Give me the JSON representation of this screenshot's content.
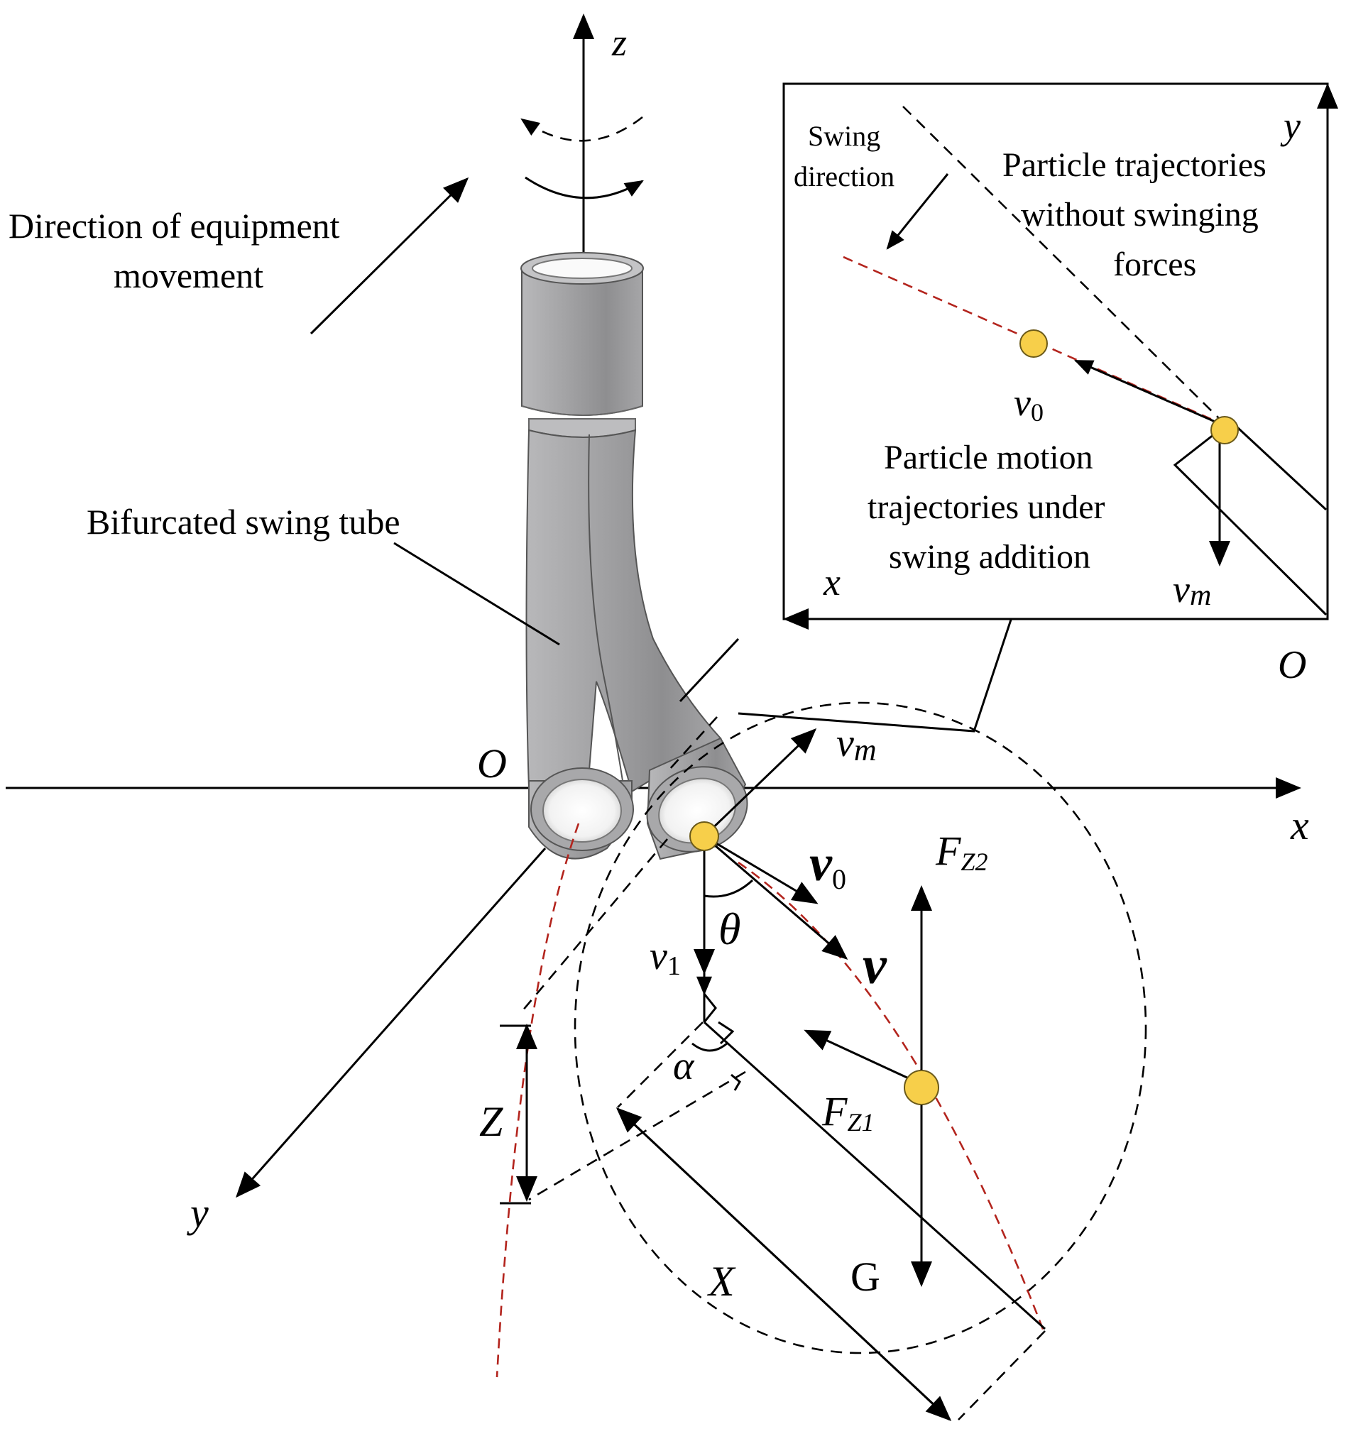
{
  "labels": {
    "z_axis": "z",
    "x_axis": "x",
    "y_axis": "y",
    "origin": "O",
    "direction_movement_1": "Direction of equipment",
    "direction_movement_2": "movement",
    "tube_label": "Bifurcated swing tube",
    "v_m": "v",
    "v_m_sub": "m",
    "v_0": "v",
    "v_0_sub": "0",
    "v": "v",
    "v_1": "v",
    "v_1_sub": "1",
    "theta": "θ",
    "alpha": "α",
    "F_Z2": "F",
    "F_Z2_sub": "Z2",
    "F_Z1": "F",
    "F_Z1_sub": "Z1",
    "G": "G",
    "Z_dim": "Z",
    "X_dim": "X"
  },
  "inset": {
    "y_axis": "y",
    "x_axis": "x",
    "origin": "O",
    "swing_direction_1": "Swing",
    "swing_direction_2": "direction",
    "no_swing_1": "Particle trajectories",
    "no_swing_2": "without swinging",
    "no_swing_3": "forces",
    "v_0": "v",
    "v_0_sub": "0",
    "motion_1": "Particle motion",
    "motion_2": "trajectories under",
    "motion_3": "swing addition",
    "v_m": "v",
    "v_m_sub": "m"
  },
  "colors": {
    "particle": "#f7cf4a",
    "trajectory": "#b3241d",
    "tube": "#9e9ea0"
  }
}
